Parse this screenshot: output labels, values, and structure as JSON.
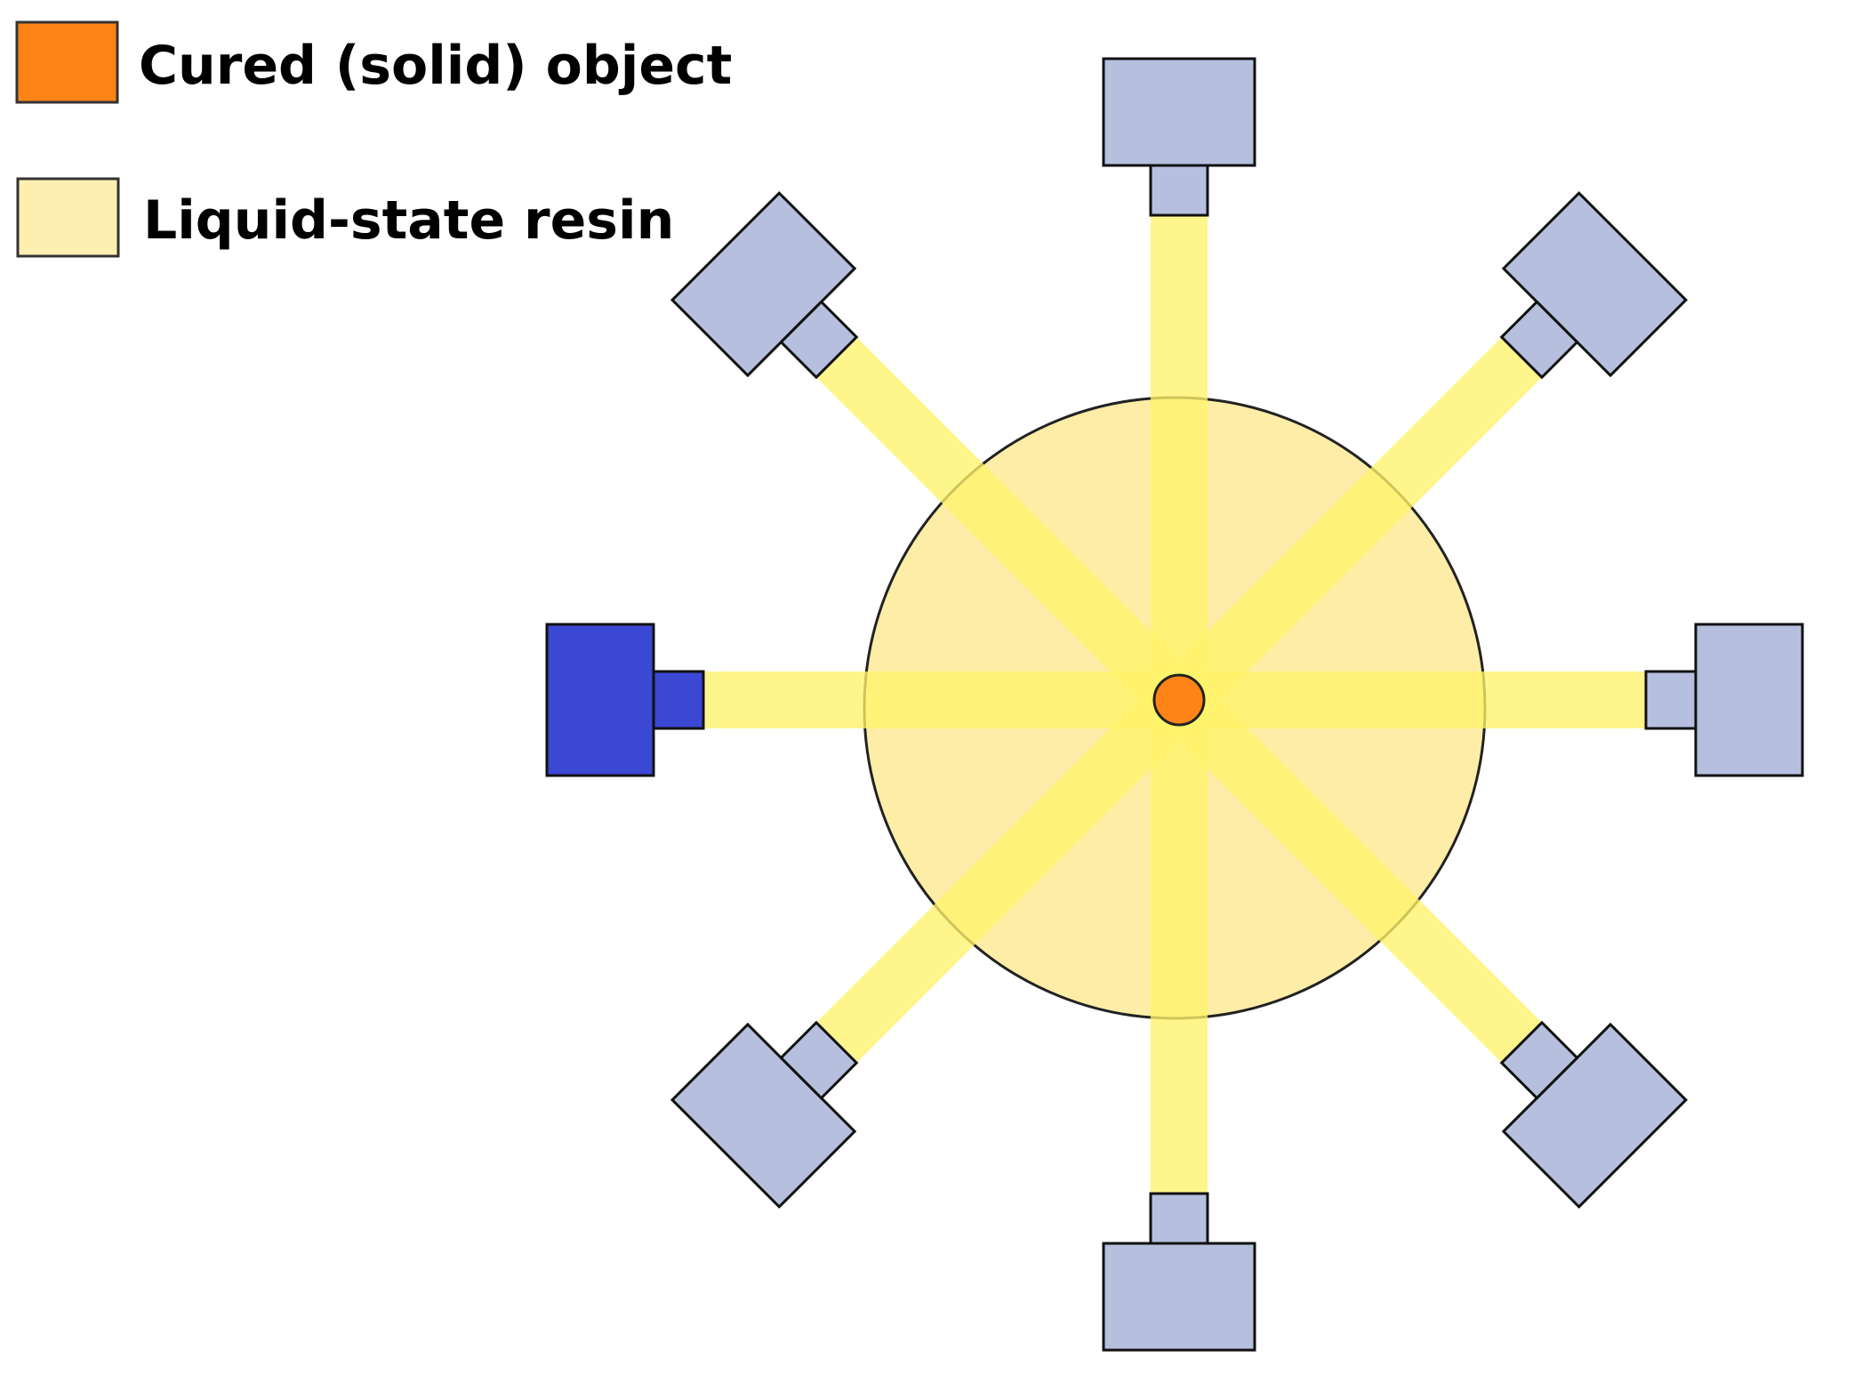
{
  "legend": {
    "items": [
      {
        "label": "Cured (solid) object",
        "swatch_color": "#ff8417"
      },
      {
        "label": "Liquid-state resin",
        "swatch_color": "#fdefb0"
      }
    ]
  },
  "diagram": {
    "resin_color": "#fcdf5f",
    "object_color": "#ff8417",
    "beam_color": "#fff46a",
    "projector_color": "#b6bfde",
    "active_projector_color": "#3b48d3",
    "projector_count": 8,
    "active_projector_index": 4
  }
}
